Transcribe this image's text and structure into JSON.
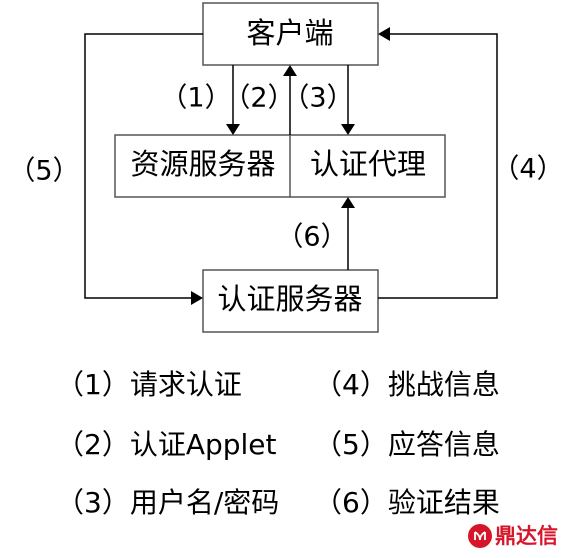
{
  "nodes": {
    "client": "客户端",
    "resource_server": "资源服务器",
    "auth_proxy": "认证代理",
    "auth_server": "认证服务器"
  },
  "edges": {
    "e1": "（1）",
    "e2": "（2）",
    "e3": "（3）",
    "e4": "（4）",
    "e5": "（5）",
    "e6": "（6）"
  },
  "legend": [
    "（1）请求认证",
    "（4）挑战信息",
    "（2）认证Applet",
    "（5）应答信息",
    "（3）用户名/密码",
    "（6）验证结果"
  ],
  "watermark": {
    "text": "鼎达信",
    "color": "#d7152a"
  }
}
